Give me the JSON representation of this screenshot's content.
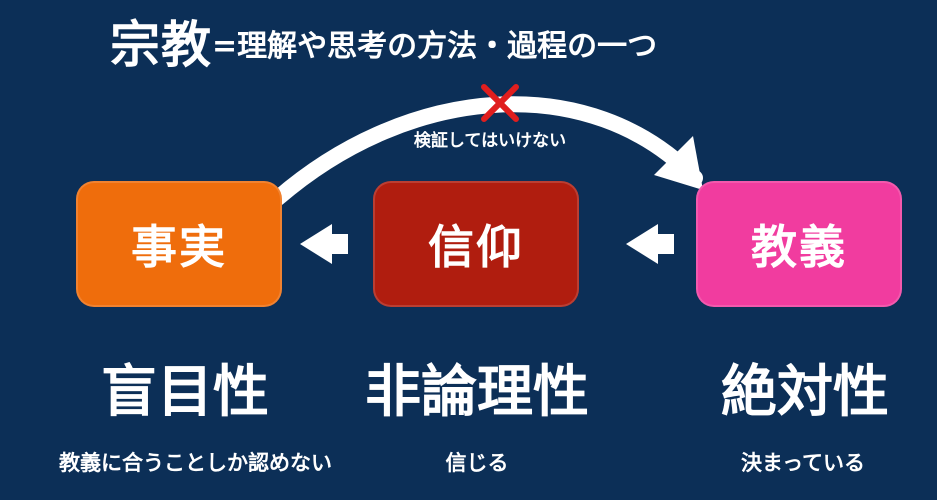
{
  "title": {
    "main": "宗教",
    "rest": "=理解や思考の方法・過程の一つ"
  },
  "note": "検証してはいけない",
  "boxes": {
    "fact": "事実",
    "faith": "信仰",
    "doctrine": "教義"
  },
  "traits": {
    "fact": "盲目性",
    "faith": "非論理性",
    "doctrine": "絶対性"
  },
  "descriptions": {
    "fact": "教義に合うことしか認めない",
    "faith": "信じる",
    "doctrine": "決まっている"
  },
  "colors": {
    "background": "#0c2f57",
    "fact": "#ef6d0c",
    "faith": "#b01d0f",
    "doctrine": "#f13c9f",
    "cross": "#e01e1e"
  },
  "icons": {
    "forbidden": "x-mark"
  }
}
